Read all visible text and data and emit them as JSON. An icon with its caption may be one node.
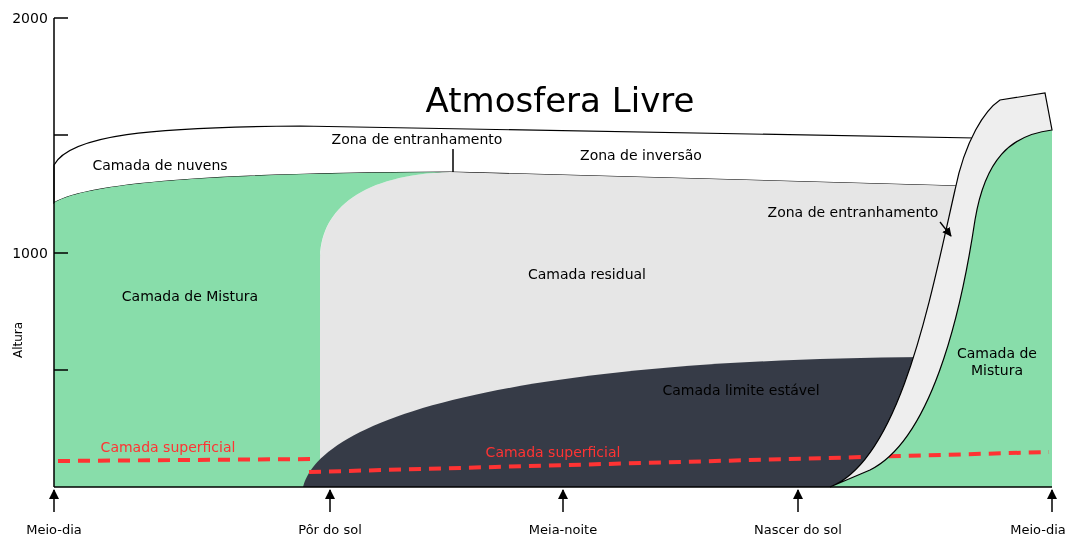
{
  "diagram": {
    "nodes": [
      {
        "text": [
          "Camada de nuvens"
        ]
      },
      {
        "text": [
          "Zona de entranhamento"
        ]
      },
      {
        "text": [
          "Zona de inversão"
        ]
      },
      {
        "text": [
          "Camada de Mistura"
        ]
      },
      {
        "text": [
          "Camada residual"
        ]
      },
      {
        "text": [
          "Zona de entranhamento"
        ]
      },
      {
        "text": [],
        "shape": "band"
      },
      {
        "text": [
          "Camada limite estável"
        ]
      },
      {
        "text": [
          "Camada de Mistura"
        ]
      }
    ],
    "edges": [
      {
        "from": 5,
        "to": 6,
        "arrow": "to"
      }
    ],
    "labels": [
      "Atmosfera Livre",
      "2000",
      "1000",
      "Altura",
      "Camada superficial",
      "Camada superficial",
      "Meio-dia",
      "Pôr do sol",
      "Meia-noite",
      "Nascer do sol",
      "Meio-dia"
    ]
  }
}
